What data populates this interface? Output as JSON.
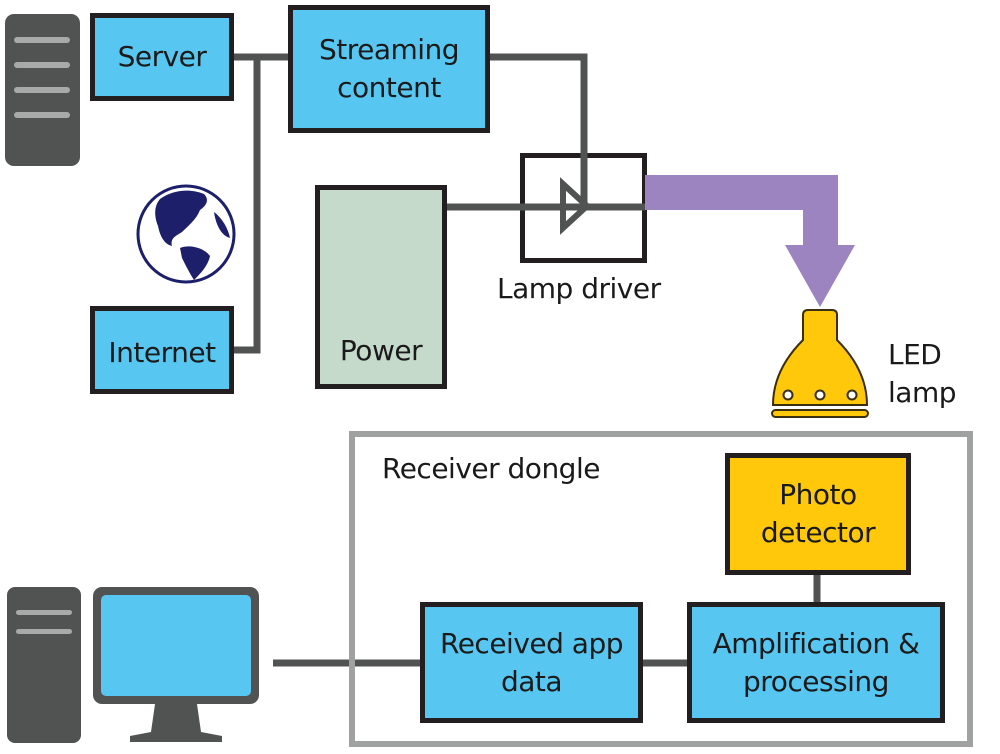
{
  "diagram": {
    "nodes": {
      "server": {
        "label": "Server"
      },
      "streaming": {
        "label": "Streaming\ncontent"
      },
      "internet": {
        "label": "Internet"
      },
      "power": {
        "label": "Power"
      },
      "lamp_driver": {
        "label": "Lamp driver"
      },
      "led_lamp": {
        "label": "LED\nlamp"
      },
      "receiver_dongle": {
        "label": "Receiver dongle"
      },
      "photo_detector": {
        "label": "Photo\ndetector"
      },
      "amplification": {
        "label": "Amplification &\nprocessing"
      },
      "received_app_data": {
        "label": "Received app\ndata"
      }
    },
    "icons": [
      "server-tower-icon",
      "globe-icon",
      "power-icon",
      "led-lamp-icon",
      "desktop-computer-icon"
    ],
    "colors": {
      "data_box": "#57c7f2",
      "driver_box": "#ffc80a",
      "power_box": "#c5dacb",
      "connector": "#505352",
      "light_arrow": "#9b84c0",
      "dongle_border": "#a0a2a1",
      "globe": "#1d1f6b"
    }
  }
}
